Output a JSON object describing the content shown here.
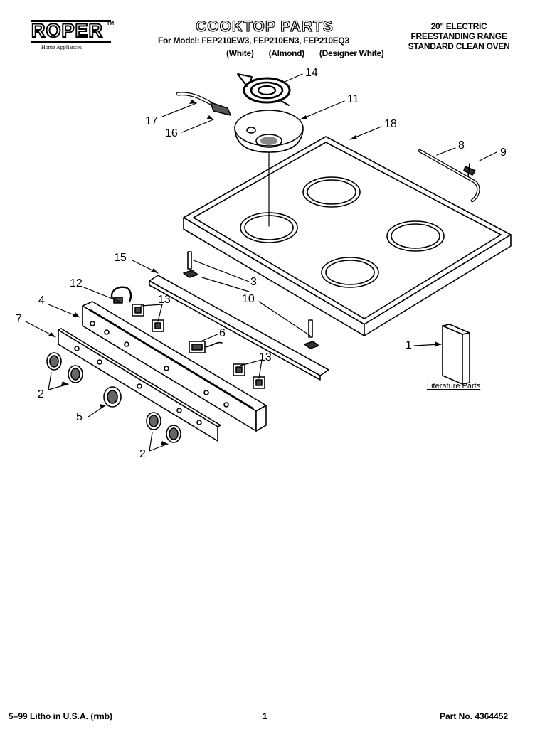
{
  "logo": {
    "brand": "ROPER",
    "trademark": "TM",
    "tagline": "Home Appliances"
  },
  "header": {
    "title": "COOKTOP PARTS",
    "models": "For Model: FEP210EW3, FEP210EN3, FEP210EQ3",
    "colors": [
      "(White)",
      "(Almond)",
      "(Designer White)"
    ],
    "spec_lines": [
      "20\" ELECTRIC",
      "FREESTANDING RANGE",
      "STANDARD CLEAN OVEN"
    ]
  },
  "callouts": [
    "14",
    "11",
    "17",
    "16",
    "18",
    "8",
    "9",
    "15",
    "3",
    "12",
    "10",
    "4",
    "13",
    "7",
    "6",
    "13",
    "1",
    "2",
    "5",
    "2"
  ],
  "literature_label": "Literature Parts",
  "footer": {
    "litho": "5–99 Litho in U.S.A. (rmb)",
    "page": "1",
    "part": "Part No. 4364452"
  }
}
